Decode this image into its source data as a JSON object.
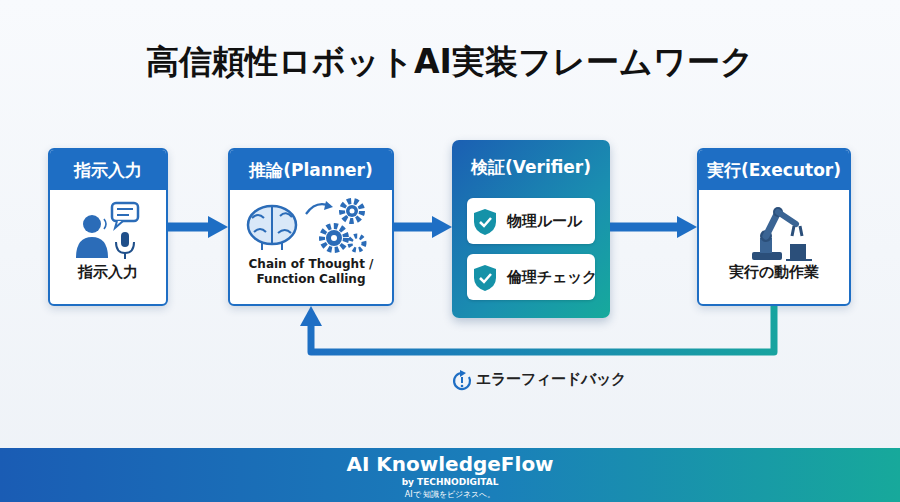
{
  "diagram": {
    "title": "高信頼性ロボットAI実装フレームワーク",
    "nodes": [
      {
        "text": [
          "指示入力",
          "指示入力"
        ]
      },
      {
        "text": [
          "推論(Planner)",
          "Chain of Thought / Function Calling"
        ]
      },
      {
        "text": [
          "検証(Verifier)"
        ]
      },
      {
        "text": [
          "物理ルール"
        ],
        "in": 2
      },
      {
        "text": [
          "倫理チェック"
        ],
        "in": 2
      },
      {
        "text": [
          "実行(Executor)",
          "実行の動作業"
        ]
      },
      {
        "text": [
          "AI KnowledgeFlow",
          "by TECHNODIGITAL",
          "AIで 知識をビジネスへ。"
        ]
      }
    ],
    "edges": [
      {
        "from": 0,
        "to": 1,
        "arrow": "to"
      },
      {
        "from": 1,
        "to": 2,
        "arrow": "to"
      },
      {
        "from": 2,
        "to": 5,
        "arrow": "to"
      },
      {
        "from": 5,
        "to": 1,
        "arrow": "to",
        "label": "エラーフィードバック"
      }
    ]
  }
}
